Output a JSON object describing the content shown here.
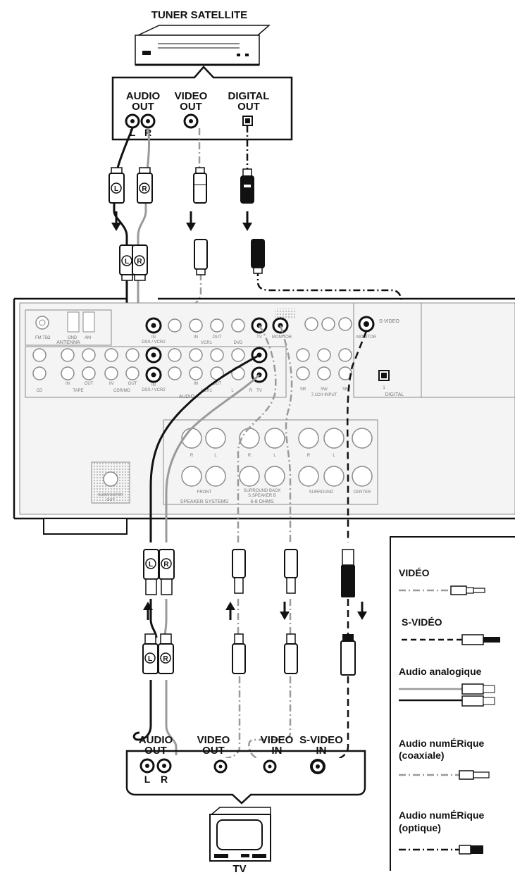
{
  "source_device": {
    "title": "TUNER SATELLITE",
    "ports": [
      {
        "label_top": "AUDIO",
        "label_bottom": "OUT",
        "sub": [
          "L",
          "R"
        ]
      },
      {
        "label_top": "VIDEO",
        "label_bottom": "OUT"
      },
      {
        "label_top": "DIGITAL",
        "label_bottom": "OUT"
      }
    ]
  },
  "receiver": {
    "antenna": {
      "title": "ANTENNA",
      "fm": "FM 75Ω",
      "gnd": "GND",
      "am": "AM"
    },
    "video_labels": {
      "in_dss": "IN",
      "dss_vcr2": "DSS / VCR2",
      "vcr1": "VCR1",
      "in": "IN",
      "out": "OUT",
      "dvd": "DVD",
      "tv": "TV",
      "monitor": "MONITOR",
      "svideo": "S-VIDEO",
      "monitor2": "MONITOR"
    },
    "audio_labels": {
      "cd": "CD",
      "tape": "TAPE",
      "cdr_md": "CDR/MD",
      "dss_vcr2": "DSS / VCR2",
      "vcr1": "VCR1",
      "in": "IN",
      "out": "OUT",
      "section": "AUDIO",
      "sr": "SR",
      "sw": "SW",
      "sb": "SB",
      "input71": "7.1CH INPUT",
      "digital": "DIGITAL",
      "digital_num": "1",
      "l": "L",
      "r": "R"
    },
    "speakers": {
      "front": "FRONT",
      "surround_back": "SURROUND BACK",
      "speaker_b": "S.SPEAKER B",
      "surround": "SURROUND",
      "center": "CENTER",
      "section": "SPEAKER SYSTEMS",
      "ohms": "6-8 OHMS",
      "r": "R",
      "l": "L"
    },
    "subwoofer": {
      "top": "SUBWOOFER",
      "bottom": "OUT"
    }
  },
  "tv": {
    "title": "TV",
    "ports": [
      {
        "label_top": "AUDIO",
        "label_bottom": "OUT",
        "sub": [
          "L",
          "R"
        ]
      },
      {
        "label_top": "VIDEO",
        "label_bottom": "OUT"
      },
      {
        "label_top": "VIDEO",
        "label_bottom": "IN"
      },
      {
        "label_top": "S-VIDEO",
        "label_bottom": "IN"
      }
    ]
  },
  "plug_letters": {
    "left": "L",
    "right": "R"
  },
  "legend": {
    "items": [
      {
        "label": "VIDÉO",
        "line_color": "#9a9a9a",
        "style": "dash-dot"
      },
      {
        "label": "S-VIDÉO",
        "line_color": "#111111",
        "style": "dashed"
      },
      {
        "label": "Audio analogique",
        "line_color": "#9a9a9a",
        "style": "solid-pair"
      },
      {
        "label": "Audio numÉRique",
        "label2": "(coaxiale)",
        "line_color": "#9a9a9a",
        "style": "dash-dot"
      },
      {
        "label": "Audio numÉRique",
        "label2": "(optique)",
        "line_color": "#111111",
        "style": "dash-dot"
      }
    ]
  },
  "colors": {
    "ink": "#111111",
    "gray_cable": "#9a9a9a",
    "panel_line": "#8a8a8a",
    "panel_fill": "#f4f4f4"
  }
}
